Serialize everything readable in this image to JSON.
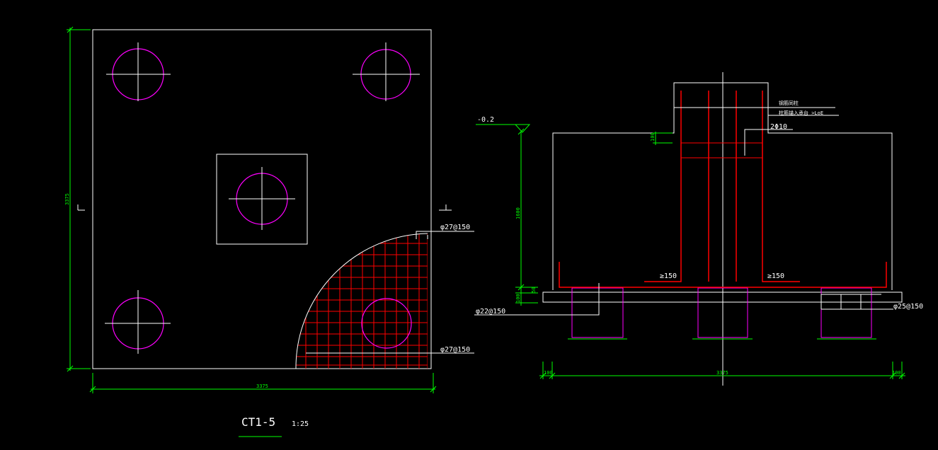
{
  "colors": {
    "background": "#000000",
    "outline": "#ffffff",
    "dimension": "#00ff00",
    "pile": "#ff00ff",
    "rebar": "#ff0000",
    "centerline": "#ffffff"
  },
  "plan": {
    "dim_horizontal": "3375",
    "dim_vertical": "3375",
    "rebar_label_top": "φ27@150",
    "rebar_label_bottom": "φ27@150"
  },
  "section": {
    "elevation": "-0.2",
    "dim_height": "1600",
    "dim_small_top": "100",
    "dim_small_bottom": "50",
    "dim_small_bottom2": "100",
    "note_line1": "钢筋同柱",
    "note_line2": "柱筋锚入承台 >LoE",
    "stirrup_label": "2Φ10",
    "anchor_left": "≥150",
    "anchor_right": "≥150",
    "bottom_rebar_left": "φ22@150",
    "bottom_rebar_right": "φ25@150",
    "dim_total": "3375",
    "dim_left_edge": "100",
    "dim_right_edge": "100"
  },
  "title": {
    "name": "CT1-5",
    "scale": "1:25"
  }
}
